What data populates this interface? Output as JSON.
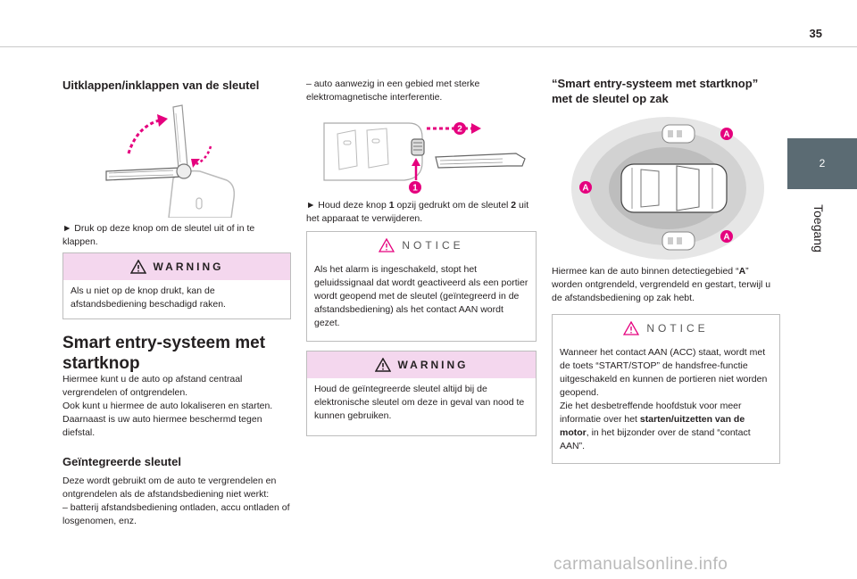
{
  "page": {
    "number": "35"
  },
  "side_tab": {
    "chapter_number": "2",
    "chapter_label": "Toegang"
  },
  "col1": {
    "heading": "Uitklappen/inklappen van de sleutel",
    "instruction": "► Druk op deze knop om de sleutel uit of in te klappen.",
    "warning": {
      "title": "WARNING",
      "text": "Als u niet op de knop drukt, kan de afstandsbediening beschadigd raken."
    },
    "section_title": "Smart entry-systeem met startknop",
    "intro": "Hiermee kunt u de auto op afstand centraal vergrendelen of ontgrendelen.\nOok kunt u hiermee de auto lokaliseren en starten.\nDaarnaast is uw auto hiermee beschermd tegen diefstal.",
    "subheading": "Geïntegreerde sleutel",
    "integrated_text": "Deze wordt gebruikt om de auto te vergrendelen en ontgrendelen als de afstandsbediening niet werkt:\n– batterij afstandsbediening ontladen, accu ontladen of losgenomen, enz."
  },
  "col2": {
    "bullet": "– auto aanwezig in een gebied met sterke elektromagnetische interferentie.",
    "fig_label_1": "1",
    "fig_label_2": "2",
    "instruction_pre": "► Houd deze knop ",
    "instruction_bold1": "1",
    "instruction_mid": " opzij gedrukt om de sleutel ",
    "instruction_bold2": "2",
    "instruction_post": " uit het apparaat te verwijderen.",
    "notice": {
      "title": "NOTICE",
      "text": "Als het alarm is ingeschakeld, stopt het geluidssignaal dat wordt geactiveerd als een portier wordt geopend met de sleutel (geïntegreerd in de afstandsbediening) als het contact AAN wordt gezet."
    },
    "warning": {
      "title": "WARNING",
      "text": "Houd de geïntegreerde sleutel altijd bij de elektronische sleutel om deze in geval van nood te kunnen gebruiken."
    }
  },
  "col3": {
    "heading": "“Smart entry-systeem met startknop” met de sleutel op zak",
    "fig_label_a": "A",
    "text_pre": "Hiermee kan de auto binnen detectiegebied “",
    "text_bold": "A",
    "text_post": "” worden ontgrendeld, vergrendeld en gestart, terwijl u de afstandsbediening op zak hebt.",
    "notice": {
      "title": "NOTICE",
      "text_pre": "Wanneer het contact AAN (ACC) staat, wordt met de toets “START/STOP” de handsfree-functie uitgeschakeld en kunnen de portieren niet worden geopend.\nZie het desbetreffende hoofdstuk voor meer informatie over het ",
      "text_bold": "starten/uitzetten van de motor",
      "text_post": ", in het bijzonder over de stand “contact AAN”."
    }
  },
  "watermark": "carmanualsonline.info",
  "colors": {
    "warning_bg": "#f4d7ee",
    "accent_pink": "#e5007e",
    "tab_bg": "#5b6b73"
  }
}
